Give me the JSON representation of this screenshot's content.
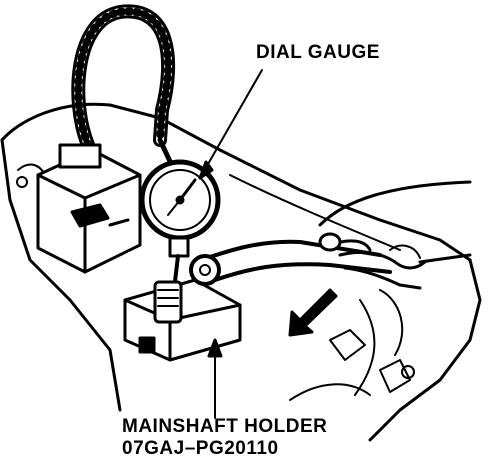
{
  "labels": {
    "dial_gauge": "DIAL GAUGE",
    "mainshaft_holder": "MAINSHAFT HOLDER",
    "part_number": "07GAJ–PG20110"
  },
  "icons": [
    "dial-gauge-icon",
    "magnetic-base-icon",
    "flexible-arm-icon",
    "mainshaft-holder-icon",
    "hand-icon",
    "arrow-icon"
  ],
  "colors": {
    "ink": "#000000",
    "paper": "#ffffff"
  }
}
